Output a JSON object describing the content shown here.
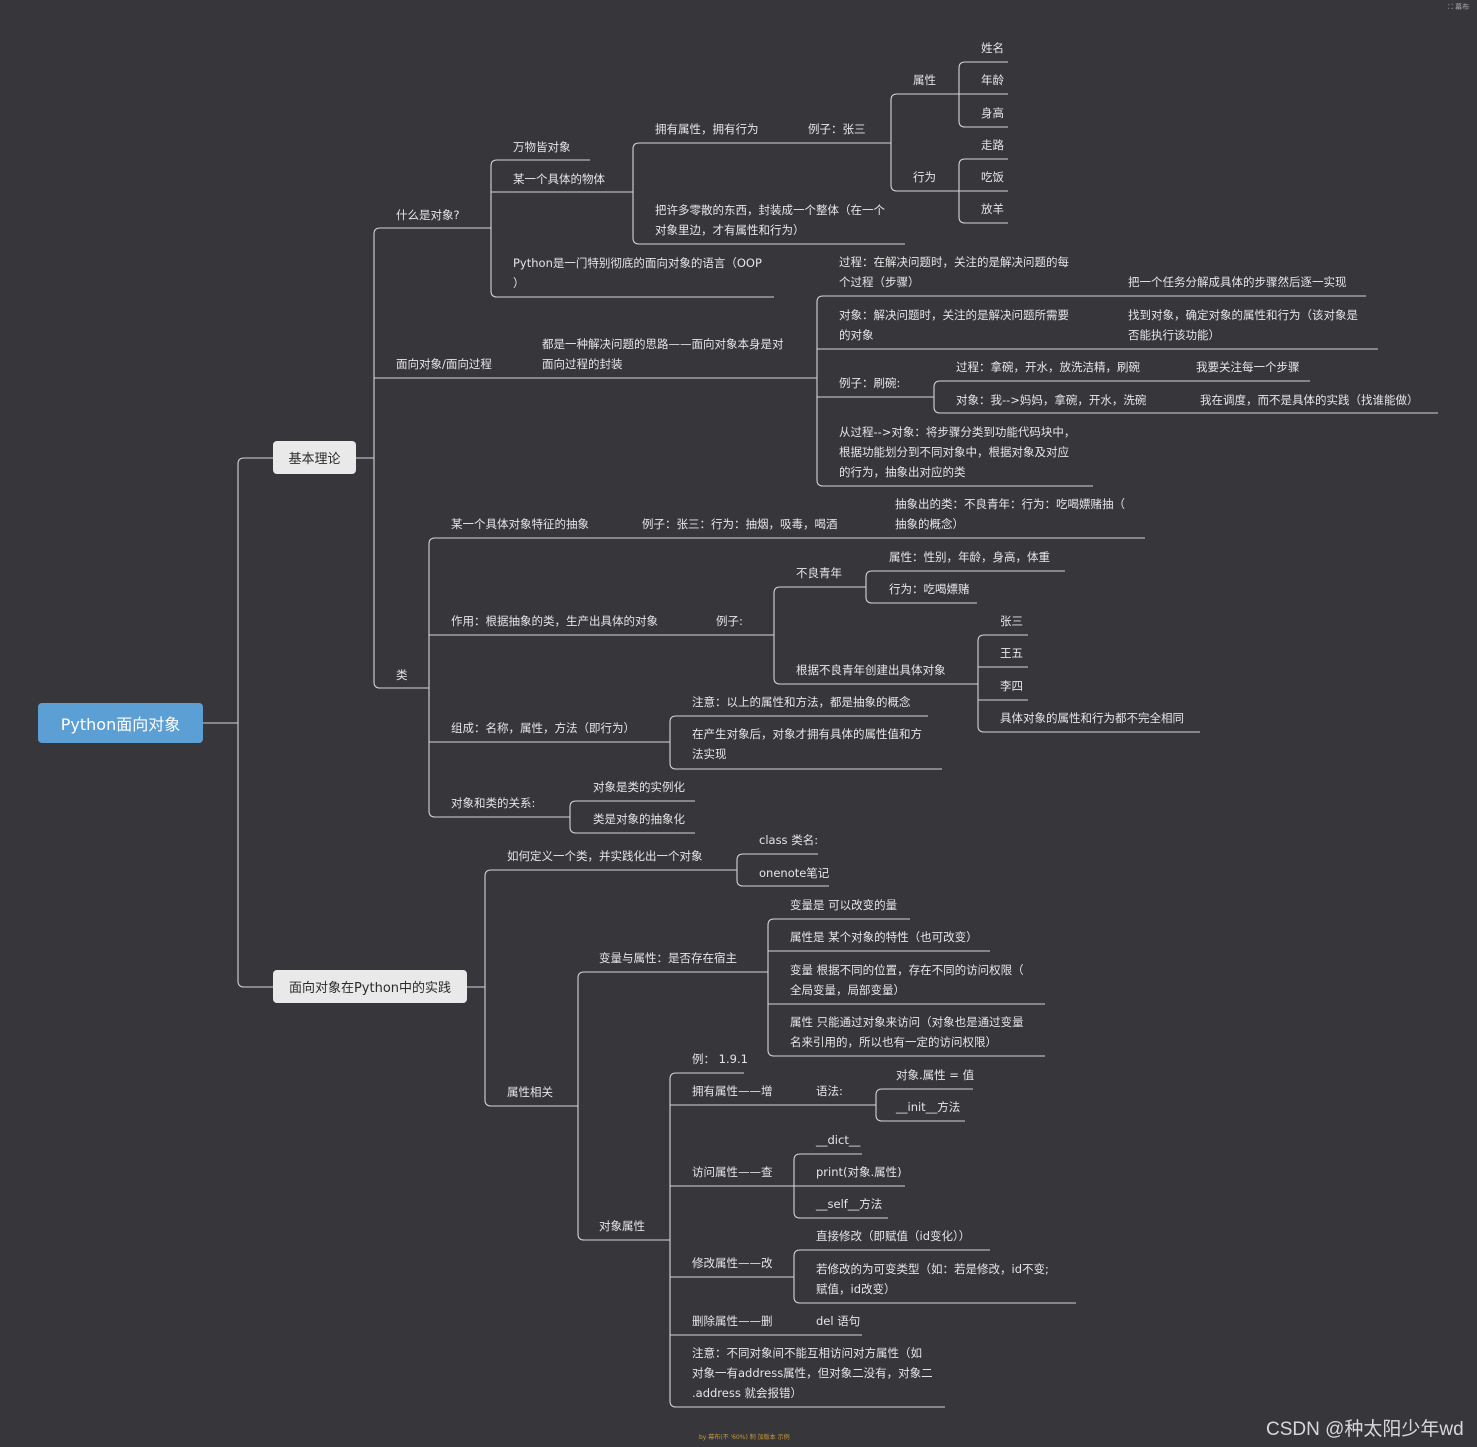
{
  "root": "Python面向对象",
  "main": [
    "基本理论",
    "面向对象在Python中的实践"
  ],
  "n1": {
    "what": "什么是对象?",
    "wanwu": "万物皆对象",
    "moumou": "某一个具体的物体",
    "has": "拥有属性，拥有行为",
    "example": "例子：张三",
    "attr": "属性",
    "attrs": [
      "姓名",
      "年龄",
      "身高"
    ],
    "behave": "行为",
    "behaviors": [
      "走路",
      "吃饭",
      "放羊"
    ],
    "pack1": "把许多零散的东西，封装成一个整体（在一个",
    "pack2": "对象里边，才有属性和行为）",
    "py1": "Python是一门特别彻底的面向对象的语言（OOP",
    "py2": "）"
  },
  "n2": {
    "label": "面向对象/面向过程",
    "idea1": "都是一种解决问题的思路——面向对象本身是对",
    "idea2": "面向过程的封装",
    "proc1": "过程：在解决问题时，关注的是解决问题的每",
    "proc2": "个过程（步骤）",
    "procd": "把一个任务分解成具体的步骤然后逐一实现",
    "obj1": "对象：解决问题时，关注的是解决问题所需要",
    "obj2": "的对象",
    "objd1": "找到对象，确定对象的属性和行为（该对象是",
    "objd2": "否能执行该功能）",
    "dish": "例子：刷碗:",
    "dproc": "过程：拿碗，开水，放洗洁精，刷碗",
    "dprocn": "我要关注每一个步骤",
    "dobj": "对象：我-->妈妈，拿碗，开水，洗碗",
    "dobjn": "我在调度，而不是具体的实践（找谁能做）",
    "from1": "从过程-->对象：将步骤分类到功能代码块中，",
    "from2": "根据功能划分到不同对象中，根据对象及对应",
    "from3": "的行为，抽象出对应的类"
  },
  "n3": {
    "label": "类",
    "abs": "某一个具体对象特征的抽象",
    "absex": "例子：张三：行为：抽烟，吸毒，喝酒",
    "abscls1": "抽象出的类：不良青年：行为：吃喝嫖赌抽（",
    "abscls2": "抽象的概念）",
    "use": "作用：根据抽象的类，生产出具体的对象",
    "useex": "例子:",
    "bad": "不良青年",
    "badattr": "属性：性别，年龄，身高，体重",
    "badbeh": "行为：吃喝嫖赌",
    "create": "根据不良青年创建出具体对象",
    "people": [
      "张三",
      "王五",
      "李四",
      "具体对象的属性和行为都不完全相同"
    ],
    "comp": "组成：名称，属性，方法（即行为）",
    "note": "注意：以上的属性和方法，都是抽象的概念",
    "after1": "在产生对象后，对象才拥有具体的属性值和方",
    "after2": "法实现",
    "rel": "对象和类的关系:",
    "rel1": "对象是类的实例化",
    "rel2": "类是对象的抽象化"
  },
  "p1": {
    "define": "如何定义一个类，并实践化出一个对象",
    "cls": "class 类名:",
    "onenote": "onenote笔记",
    "attrs": "属性相关",
    "varattr": "变量与属性：是否存在宿主",
    "v1": "变量是  可以改变的量",
    "v2": "属性是  某个对象的特性（也可改变）",
    "v3a": "变量  根据不同的位置，存在不同的访问权限（",
    "v3b": "全局变量，局部变量）",
    "v4a": "属性  只能通过对象来访问（对象也是通过变量",
    "v4b": "名来引用的，所以也有一定的访问权限）",
    "objattr": "对象属性",
    "ex": "例：  1.9.1",
    "add": "拥有属性——增",
    "syntax": "语法:",
    "s1": "对象.属性 = 值",
    "s2": "__init__方法",
    "get": "访问属性——查",
    "g1": "__dict__",
    "g2": "print(对象.属性)",
    "g3": "__self__方法",
    "mod": "修改属性——改",
    "m1": "直接修改（即赋值（id变化））",
    "m2a": "若修改的为可变类型（如：若是修改，id不变;",
    "m2b": "赋值，id改变）",
    "del": "删除属性——删",
    "delsql": "del 语句",
    "n1": "注意：不同对象间不能互相访问对方属性（如",
    "n2": "对象一有address属性，但对象二没有，对象二",
    "n3": ".address 就会报错）"
  },
  "watermark": "CSDN @种太阳少年wd",
  "footer_tiny": "by 幕布(不 '60%) 制 加版本 示例",
  "corner_tiny": "⛶ 幕布",
  "colors": {
    "background": "#36363b",
    "root": "#5b9fd4",
    "box": "#e9e9ea",
    "line": "#d6d6d6"
  }
}
